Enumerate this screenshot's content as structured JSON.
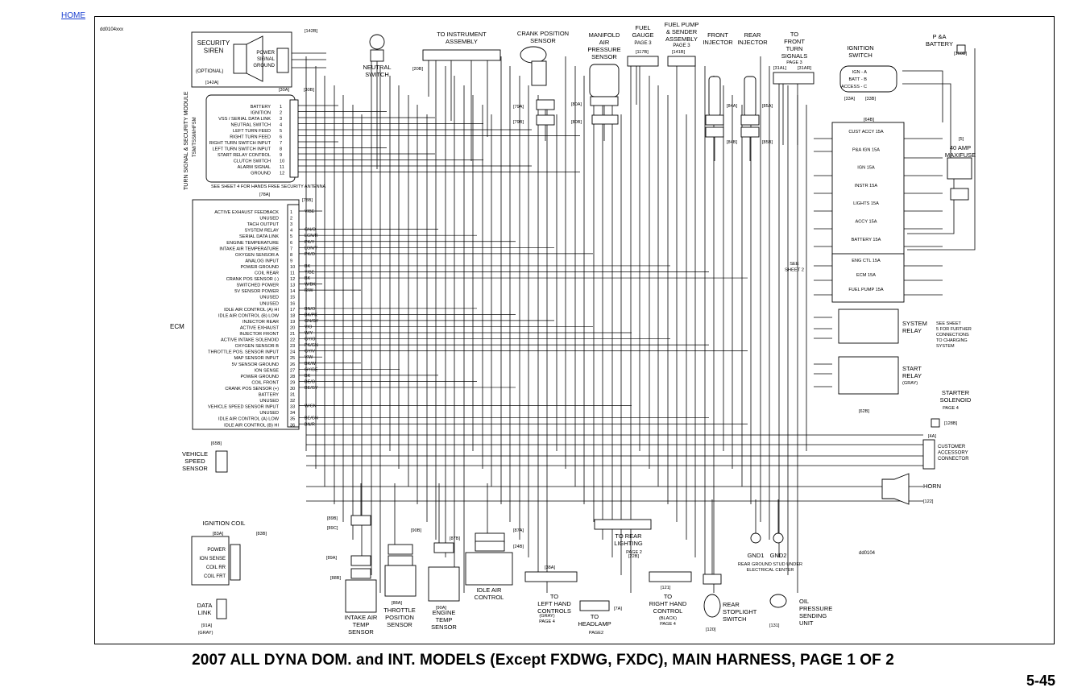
{
  "nav": {
    "home": "HOME"
  },
  "doc": {
    "code": "dd0104xxx",
    "code2": "dd0104",
    "caption": "2007 ALL DYNA DOM. and INT. MODELS (Except FXDWG, FXDC), MAIN HARNESS, PAGE 1 OF 2",
    "page": "5-45"
  },
  "labels": {
    "siren": "SECURITY\nSIREN",
    "siren_opt": "(OPTIONAL)",
    "siren_pins": [
      "POWER",
      "SIGNAL",
      "GROUND"
    ],
    "tssm": "TURN SIGNAL & SECURITY MODULE",
    "tssm2": "TSM/TSSM/HFSM",
    "tssm_pins": [
      "BATTERY",
      "IGNITION",
      "VSS / SERIAL DATA LINK",
      "NEUTRAL SWITCH",
      "LEFT TURN FEED",
      "RIGHT TURN FEED",
      "RIGHT TURN SWITCH INPUT",
      "LEFT TURN SWITCH INPUT",
      "START RELAY CONTROL",
      "CLUTCH SWITCH",
      "ALARM SIGNAL",
      "GROUND"
    ],
    "see_sheet4": "SEE SHEET 4 FOR HANDS FREE SECURITY ANTENNA",
    "ecm": "ECM",
    "ecm_pins": [
      "ACTIVE EXHAUST FEEDBACK",
      "UNUSED",
      "TACH OUTPUT",
      "SYSTEM RELAY",
      "SERIAL DATA LINK",
      "ENGINE TEMPERATURE",
      "INTAKE AIR TEMPERATURE",
      "OXYGEN SENSOR A",
      "ANALOG INPUT",
      "POWER GROUND",
      "COIL REAR",
      "CRANK POS SENSOR (-)",
      "SWITCHED POWER",
      "5V SENSOR POWER",
      "UNUSED",
      "UNUSED",
      "IDLE AIR CONTROL (A) HI",
      "IDLE AIR CONTROL (B) LOW",
      "INJECTOR REAR",
      "ACTIVE EXHAUST",
      "INJECTOR FRONT",
      "ACTIVE INTAKE SOLENOID",
      "OXYGEN SENSOR B",
      "THROTTLE POS. SENSOR INPUT",
      "MAP SENSOR INPUT",
      "5V SENSOR GROUND",
      "ION SENSE",
      "POWER GROUND",
      "COIL FRONT",
      "CRANK POS SENSOR (+)",
      "BATTERY",
      "UNUSED",
      "VEHICLE SPEED SENSOR INPUT",
      "UNUSED",
      "IDLE AIR CONTROL (A) LOW",
      "IDLE AIR CONTROL (B) HI"
    ],
    "ecm_wires": [
      "V/BE",
      "",
      "",
      "GN/O",
      "LGN/R",
      "PK/Y",
      "LGN/Y",
      "PK/O",
      "",
      "BK",
      "Y/BE",
      "BK",
      "W/BK",
      "R/W",
      "",
      "",
      "BN/O",
      "BK/PK",
      "GN/GY",
      "V/O",
      "W/Y",
      "GY/O",
      "PK/GN",
      "GY/V",
      "V/W",
      "BK/W",
      "GY/BE",
      "BK",
      "BE/O",
      "BE/GY",
      "",
      "",
      "W/GN",
      "",
      "BE/GN",
      "BN/R"
    ],
    "neutral": "NEUTRAL\nSWITCH",
    "instrument": "TO INSTRUMENT\nASSEMBLY",
    "crank": "CRANK POSITION\nSENSOR",
    "map": "MANIFOLD\nAIR\nPRESSURE\nSENSOR",
    "fuel_gauge": "FUEL\nGAUGE",
    "fuel_pump": "FUEL PUMP\n& SENDER\nASSEMBLY",
    "page3": "PAGE 3",
    "front_inj": "FRONT\nINJECTOR",
    "rear_inj": "REAR\nINJECTOR",
    "front_turn": "TO\nFRONT\nTURN\nSIGNALS",
    "ignition_sw": "IGNITION\nSWITCH",
    "ign_pins": [
      "IGN - A",
      "BATT - B",
      "ACCESS - C"
    ],
    "battery": "P &A\nBATTERY",
    "maxifuse": "40 AMP\nMAXIFUSE",
    "fuses": [
      "CUST ACCY 15A",
      "P&A IGN 15A",
      "IGN 15A",
      "INSTR 15A",
      "LIGHTS 15A",
      "ACCY 15A",
      "BATTERY 15A",
      "ENG CTL 15A",
      "ECM 15A",
      "FUEL PUMP 15A"
    ],
    "system_relay": "SYSTEM\nRELAY",
    "start_relay": "START\nRELAY",
    "start_relay_sub": "(GRAY)",
    "see_sheet_charging": "SEE SHEET\n5 FOR FURTHER\nCONNECTIONS\nTO CHARGING\nSYSTEM",
    "starter": "STARTER\nSOLENOID",
    "page4": "PAGE 4",
    "customer": "CUSTOMER\nACCESSORY\nCONNECTOR",
    "horn": "HORN",
    "vss": "VEHICLE\nSPEED\nSENSOR",
    "coil": "IGNITION COIL",
    "coil_pins": [
      "POWER",
      "ION SENSE",
      "COIL RR",
      "COIL FRT"
    ],
    "data_link": "DATA\nLINK",
    "data_link_sub": "(GRAY)",
    "iat": "INTAKE AIR\nTEMP\nSENSOR",
    "tps": "THROTTLE\nPOSITION\nSENSOR",
    "et": "ENGINE\nTEMP\nSENSOR",
    "iac": "IDLE AIR\nCONTROL",
    "left_hand": "TO\nLEFT HAND\nCONTROLS",
    "left_hand_sub": "(GRAY)\nPAGE 4",
    "headlamp": "TO\nHEADLAMP",
    "page2": "PAGE2",
    "rear_light": "TO REAR\nLIGHTING",
    "rear_light_sub": "PAGE 2",
    "right_hand": "TO\nRIGHT HAND\nCONTROL",
    "right_hand_sub": "(BLACK)\nPAGE 4",
    "stoplight": "REAR\nSTOPLIGHT\nSWITCH",
    "oil": "OIL\nPRESSURE\nSENDING\nUNIT",
    "gnd": [
      "GND1",
      "GND2"
    ],
    "gnd_note": "REAR GROUND STUD UNDER\nELECTRICAL CENTER",
    "see_sheet2": "SEE\nSHEET 2",
    "conn_ids": [
      "[142B]",
      "[142A]",
      "[30A]",
      "[30B]",
      "[78A]",
      "[78B]",
      "[20B]",
      "[79A]",
      "[79B]",
      "[80A]",
      "[80B]",
      "[117B]",
      "[141B]",
      "[84A]",
      "[84B]",
      "[85A]",
      "[85B]",
      "[31AL]",
      "[31AR]",
      "[33A]",
      "[33B]",
      "[160B]",
      "[5]",
      "[64B]",
      "[62B]",
      "[128B]",
      "[4A]",
      "[122]",
      "[65B]",
      "[83A]",
      "[83B]",
      "[91A]",
      "[89B]",
      "[89C]",
      "[89A]",
      "[88B]",
      "[88A]",
      "[90B]",
      "[90A]",
      "[87B]",
      "[87A]",
      "[24B]",
      "[38A]",
      "[7A]",
      "[22B]",
      "[121]",
      "[120]",
      "[131]"
    ]
  }
}
